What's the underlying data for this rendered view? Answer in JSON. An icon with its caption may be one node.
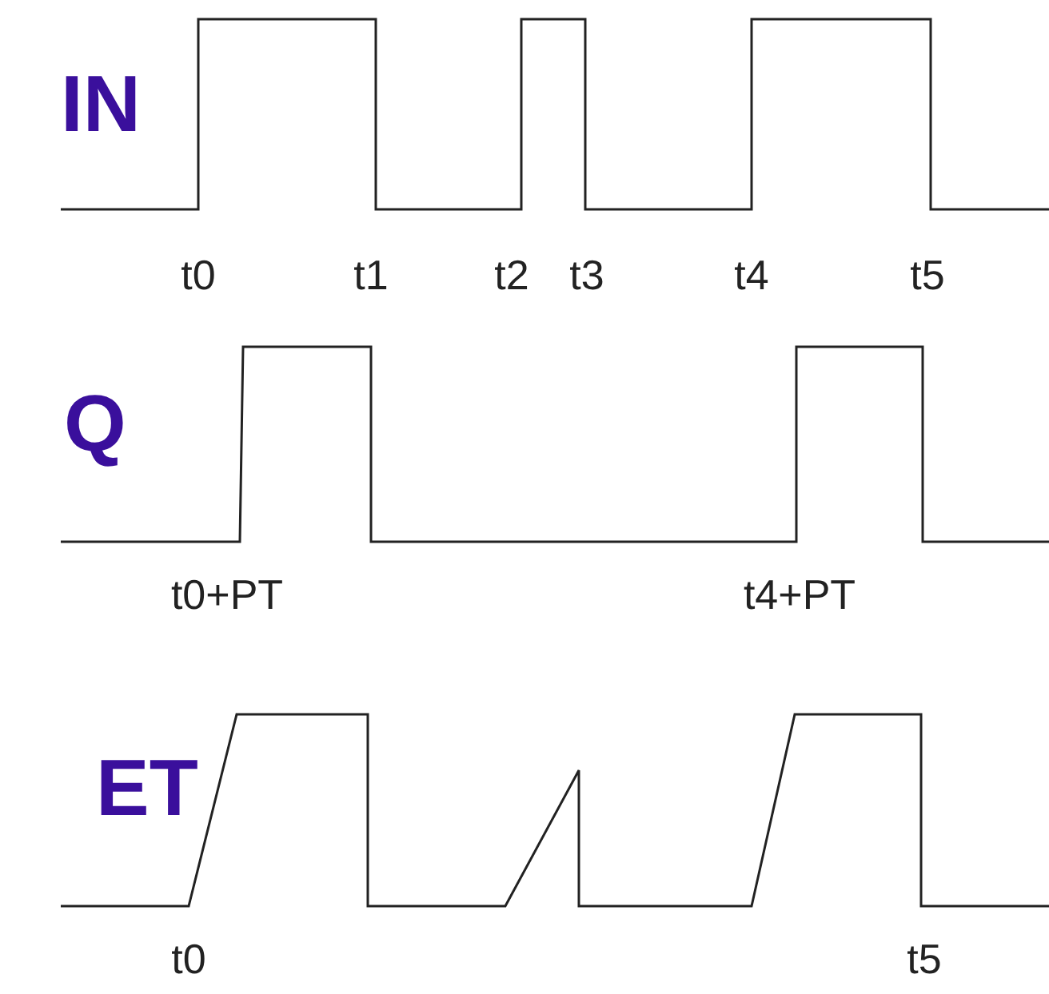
{
  "diagram": {
    "labels": [
      "IN",
      "t0",
      "t1",
      "t2",
      "t3",
      "t4",
      "t5",
      "Q",
      "t0+PT",
      "t4+PT",
      "ET",
      "t0",
      "t5"
    ]
  }
}
